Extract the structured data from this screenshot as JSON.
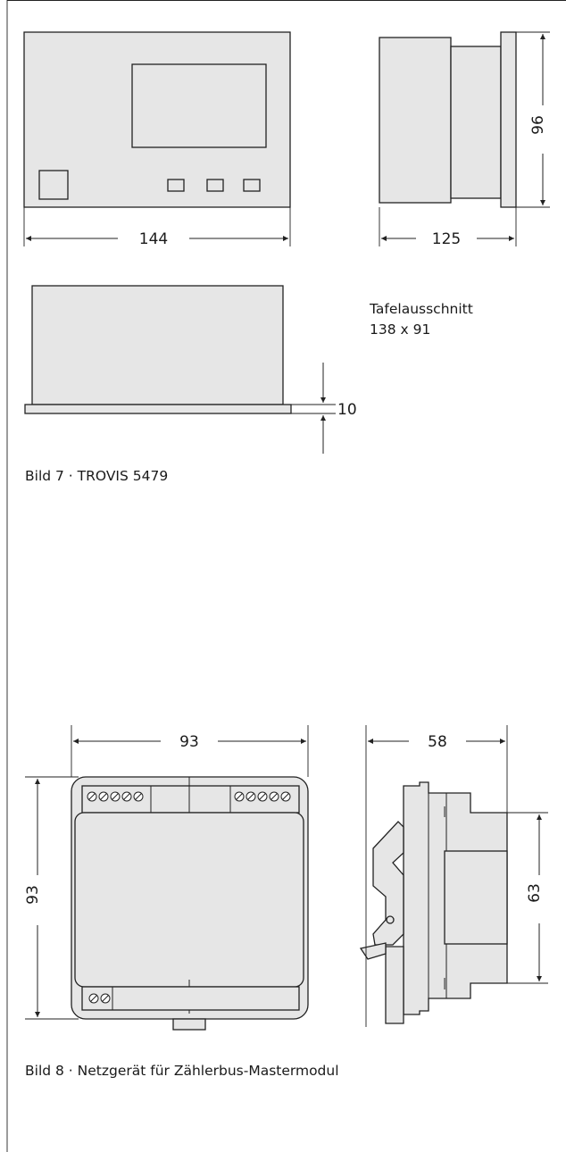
{
  "figure7": {
    "caption": "Bild 7 · TROVIS 5479",
    "dim_width": "144",
    "dim_depth": "125",
    "dim_height": "96",
    "dim_frame": "10",
    "panel_cutout_label": "Tafelausschnitt",
    "panel_cutout_size": "138 x 91"
  },
  "figure8": {
    "caption": "Bild 8 · Netzgerät für Zählerbus-Mastermodul",
    "dim_width": "93",
    "dim_height": "93",
    "dim_depth": "58",
    "dim_front_height": "63",
    "terminal_screws_top_left": 5,
    "terminal_screws_top_right": 5,
    "terminal_screws_bottom_left": 2
  },
  "colors": {
    "housing_fill": "#e6e6e6",
    "line": "#222222",
    "background": "#ffffff"
  }
}
